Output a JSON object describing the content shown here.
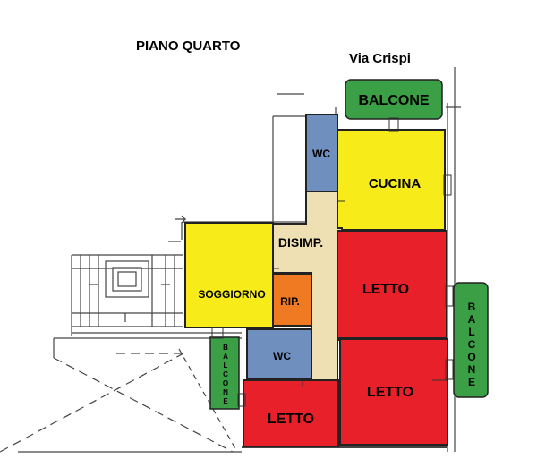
{
  "header": {
    "floor_title": "PIANO QUARTO",
    "street_label": "Via Crispi"
  },
  "rooms": {
    "balcone_top": "BALCONE",
    "wc_top": "WC",
    "cucina": "CUCINA",
    "disimp": "DISIMP.",
    "soggiorno": "SOGGIORNO",
    "rip": "RIP.",
    "letto_upper_right": "LETTO",
    "wc_bottom": "WC",
    "letto_lower_right": "LETTO",
    "letto_bottom": "LETTO",
    "balcone_right_letters": [
      "B",
      "A",
      "L",
      "C",
      "O",
      "N",
      "E"
    ],
    "balcone_left_letters": [
      "B",
      "A",
      "L",
      "C",
      "O",
      "N",
      "E"
    ]
  },
  "colors": {
    "green": "#3a9f45",
    "blue": "#6f8fbf",
    "yellow": "#f7ec19",
    "beige": "#efe0b4",
    "red": "#e8202a",
    "orange": "#f07a22",
    "wall": "#222222"
  }
}
